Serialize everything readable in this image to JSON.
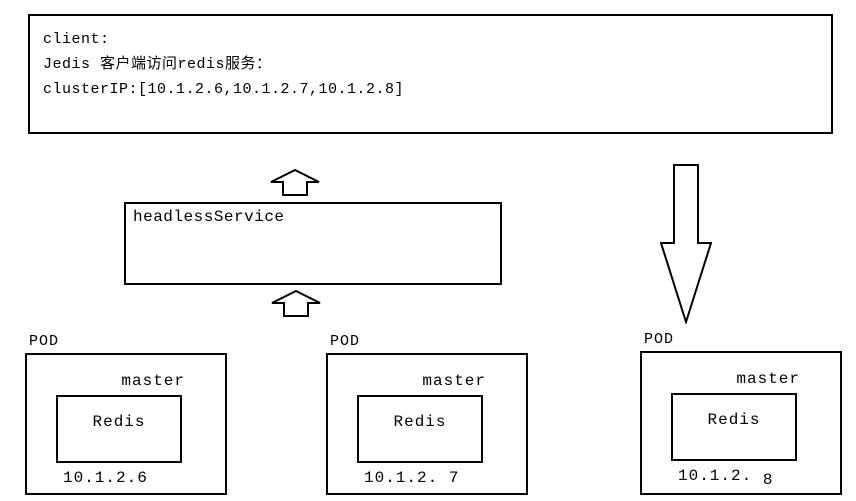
{
  "client_box": {
    "line1": "client:",
    "line2": "Jedis 客户端访问redis服务：",
    "line3": "clusterIP:[10.1.2.6,10.1.2.7,10.1.2.8]"
  },
  "service_box": {
    "label": "headlessService"
  },
  "pods": [
    {
      "label": "POD",
      "role": "master",
      "component": "Redis",
      "ip": "10.1.2.6",
      "ip_sub": ""
    },
    {
      "label": "POD",
      "role": "master",
      "component": "Redis",
      "ip": "10.1.2. 7",
      "ip_sub": ""
    },
    {
      "label": "POD",
      "role": "master",
      "component": "Redis",
      "ip": "10.1.2. ",
      "ip_sub": "8"
    }
  ],
  "icons": {
    "up_arrow_top": "hollow-up-arrow",
    "up_arrow_bottom": "hollow-up-arrow",
    "down_arrow": "hollow-down-arrow"
  },
  "colors": {
    "stroke": "#000000",
    "background": "#ffffff",
    "text": "#000000"
  }
}
